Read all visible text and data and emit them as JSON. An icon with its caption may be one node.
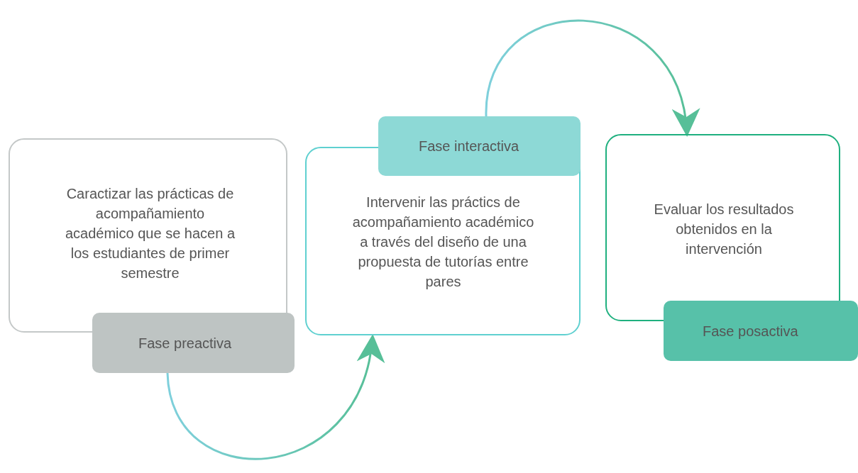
{
  "diagram": {
    "nodes": [
      {
        "text": [
          "Caractizar las prácticas de acompañamiento académico que se hacen a los estudiantes de primer semestre"
        ]
      },
      {
        "text": [
          "Fase preactiva"
        ]
      },
      {
        "text": [
          "Fase interactiva"
        ]
      },
      {
        "text": [
          "Intervenir las práctics de acompañamiento académico a través del diseño de una propuesta de tutorías entre pares"
        ]
      },
      {
        "text": [
          "Evaluar los resultados obtenidos en la intervención"
        ]
      },
      {
        "text": [
          "Fase posactiva"
        ]
      }
    ],
    "edges": [
      {
        "from": 1,
        "to": 3,
        "arrow": "to"
      },
      {
        "from": 2,
        "to": 4,
        "arrow": "to"
      }
    ]
  }
}
